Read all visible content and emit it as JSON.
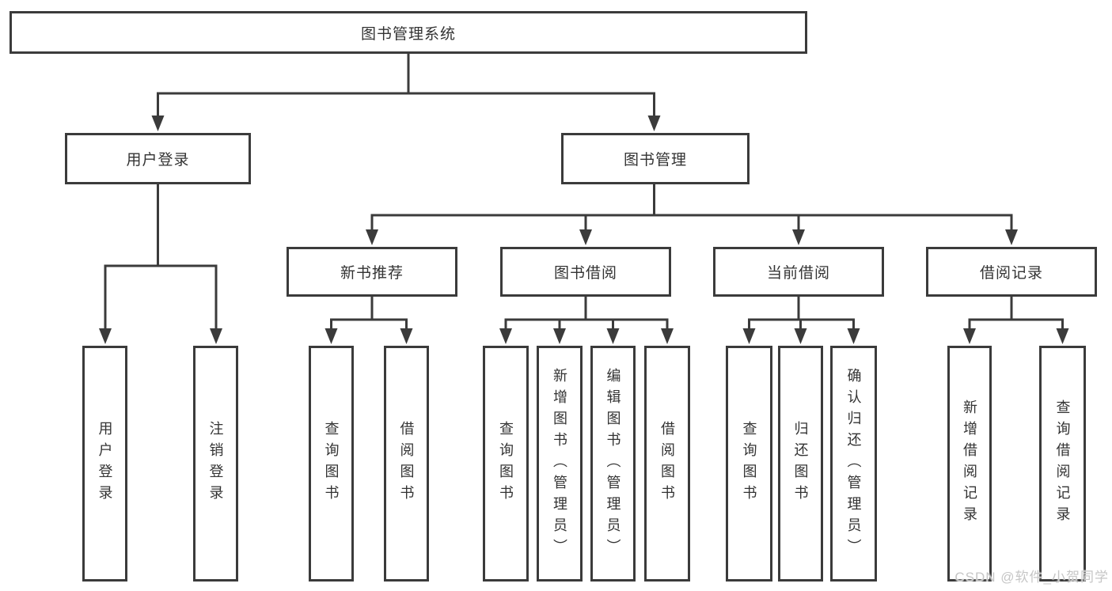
{
  "tree": {
    "root": {
      "label": "图书管理系统"
    },
    "branches": [
      {
        "label": "用户登录",
        "children": [
          {
            "label": "用户登录"
          },
          {
            "label": "注销登录"
          }
        ]
      },
      {
        "label": "图书管理",
        "children": [
          {
            "label": "新书推荐",
            "children": [
              {
                "label": "查询图书"
              },
              {
                "label": "借阅图书"
              }
            ]
          },
          {
            "label": "图书借阅",
            "children": [
              {
                "label": "查询图书"
              },
              {
                "label": "新增图书（管理员）"
              },
              {
                "label": "编辑图书（管理员）"
              },
              {
                "label": "借阅图书"
              }
            ]
          },
          {
            "label": "当前借阅",
            "children": [
              {
                "label": "查询图书"
              },
              {
                "label": "归还图书"
              },
              {
                "label": "确认归还（管理员）"
              }
            ]
          },
          {
            "label": "借阅记录",
            "children": [
              {
                "label": "新增借阅记录"
              },
              {
                "label": "查询借阅记录"
              }
            ]
          }
        ]
      }
    ]
  },
  "watermark": {
    "text": "CSDN @软件_小贺同学"
  },
  "colors": {
    "line": "#3b3b3b",
    "box_border": "#3b3b3b",
    "text": "#333333",
    "watermark": "#c6c6c6",
    "background": "#ffffff"
  }
}
